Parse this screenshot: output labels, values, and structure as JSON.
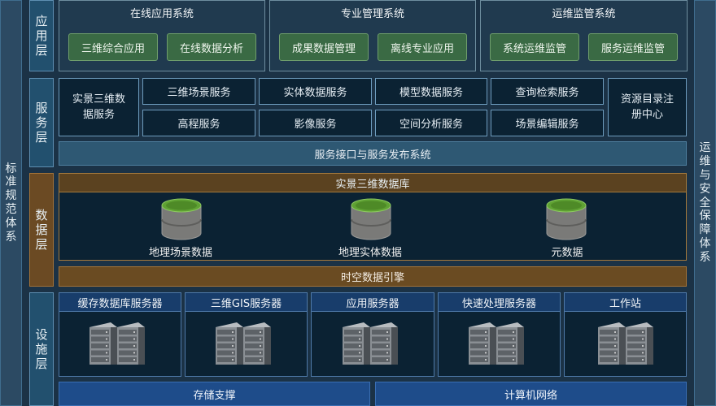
{
  "left_side": "标准规范体系",
  "right_side": "运维与安全保障体系",
  "layers": {
    "app": "应用层",
    "service": "服务层",
    "data": "数据层",
    "facility": "设施层"
  },
  "app_groups": [
    {
      "title": "在线应用系统",
      "items": [
        "三维综合应用",
        "在线数据分析"
      ]
    },
    {
      "title": "专业管理系统",
      "items": [
        "成果数据管理",
        "离线专业应用"
      ]
    },
    {
      "title": "运维监管系统",
      "items": [
        "系统运维监管",
        "服务运维监管"
      ]
    }
  ],
  "services": {
    "left": "实景三维数据服务",
    "grid_row1": [
      "三维场景服务",
      "实体数据服务",
      "模型数据服务",
      "查询检索服务"
    ],
    "grid_row2": [
      "高程服务",
      "影像服务",
      "空间分析服务",
      "场景编辑服务"
    ],
    "right": "资源目录注册中心",
    "interface": "服务接口与服务发布系统"
  },
  "data_layer": {
    "title": "实景三维数据库",
    "dbs": [
      "地理场景数据",
      "地理实体数据",
      "元数据"
    ],
    "engine": "时空数据引擎"
  },
  "facility": {
    "servers": [
      "缓存数据库服务器",
      "三维GIS服务器",
      "应用服务器",
      "快速处理服务器",
      "工作站"
    ],
    "storage": "存储支撑",
    "network": "计算机网络"
  },
  "colors": {
    "background": "#1b3246",
    "app_button": "#3a6a44",
    "data_accent": "#a47338",
    "facility_blue": "#1e4c8a"
  }
}
